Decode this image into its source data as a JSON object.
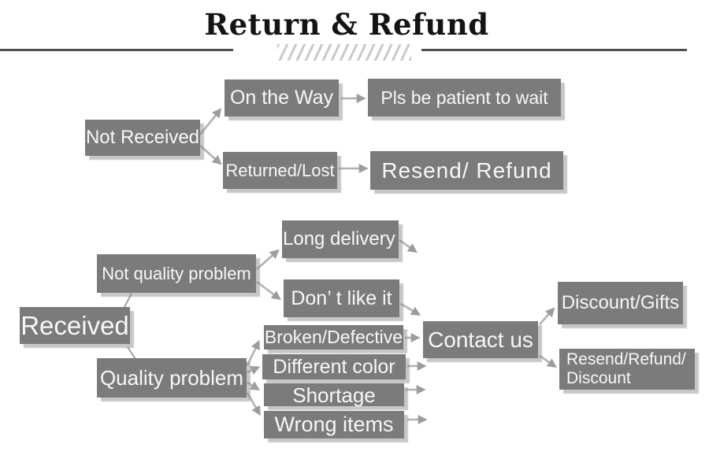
{
  "header": {
    "title": "Return & Refund"
  },
  "colors": {
    "box": "#7b7b7b",
    "box_text": "#f7f7f7",
    "title_text": "#141414",
    "rule": "#4f4f4f",
    "hatch": "#c9c9c9",
    "connector": "#b2b2b2",
    "arrowhead": "#9d9d9d"
  },
  "flowchart": {
    "nodes": {
      "not_received": "Not Received",
      "on_the_way": "On the Way",
      "pls_be_patient": "Pls be patient to wait",
      "returned_lost": "Returned/Lost",
      "resend_refund": "Resend/ Refund",
      "received": "Received",
      "not_quality_problem": "Not quality problem",
      "long_delivery": "Long delivery",
      "dont_like_it": "Don’ t like it",
      "quality_problem": "Quality problem",
      "broken_defective": "Broken/Defective",
      "different_color": "Different color",
      "shortage": "Shortage",
      "wrong_items": "Wrong items",
      "contact_us": "Contact us",
      "discount_gifts": "Discount/Gifts",
      "resend_refund_discount": "Resend/Refund/\nDiscount"
    },
    "edges": [
      {
        "from": "not_received",
        "to": "on_the_way",
        "arrow": true
      },
      {
        "from": "not_received",
        "to": "returned_lost",
        "arrow": true
      },
      {
        "from": "on_the_way",
        "to": "pls_be_patient",
        "arrow": true
      },
      {
        "from": "returned_lost",
        "to": "resend_refund",
        "arrow": true
      },
      {
        "from": "not_quality_problem",
        "to": "received",
        "arrow": false
      },
      {
        "from": "received",
        "to": "quality_problem",
        "arrow": false
      },
      {
        "from": "not_quality_problem",
        "to": "long_delivery",
        "arrow": true
      },
      {
        "from": "not_quality_problem",
        "to": "dont_like_it",
        "arrow": true
      },
      {
        "from": "long_delivery",
        "to": "contact_us",
        "arrow": true
      },
      {
        "from": "dont_like_it",
        "to": "contact_us",
        "arrow": true
      },
      {
        "from": "quality_problem",
        "to": "broken_defective",
        "arrow": true
      },
      {
        "from": "quality_problem",
        "to": "different_color",
        "arrow": true
      },
      {
        "from": "quality_problem",
        "to": "shortage",
        "arrow": true
      },
      {
        "from": "quality_problem",
        "to": "wrong_items",
        "arrow": true
      },
      {
        "from": "broken_defective",
        "to": "contact_us",
        "arrow": true
      },
      {
        "from": "different_color",
        "to": "contact_us",
        "arrow": true
      },
      {
        "from": "shortage",
        "to": "contact_us",
        "arrow": true
      },
      {
        "from": "wrong_items",
        "to": "contact_us",
        "arrow": true
      },
      {
        "from": "contact_us",
        "to": "discount_gifts",
        "arrow": true
      },
      {
        "from": "contact_us",
        "to": "resend_refund_discount",
        "arrow": true
      }
    ]
  }
}
